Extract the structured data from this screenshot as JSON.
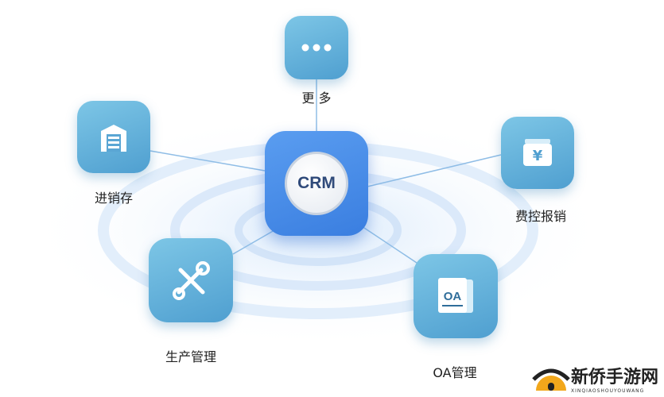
{
  "center": {
    "label": "CRM"
  },
  "nodes": [
    {
      "id": "more",
      "label": "更 多",
      "icon": "more-dots-icon"
    },
    {
      "id": "inventory",
      "label": "进销存",
      "icon": "warehouse-icon"
    },
    {
      "id": "expense",
      "label": "费控报销",
      "icon": "yen-wallet-icon"
    },
    {
      "id": "production",
      "label": "生产管理",
      "icon": "tools-icon"
    },
    {
      "id": "oa",
      "label": "OA管理",
      "icon": "oa-document-icon"
    }
  ],
  "oa_icon_text": "OA",
  "yen_symbol": "¥",
  "watermark": {
    "title": "新侨手游网",
    "subtitle": "XINQIAOSHOUYOUWANG"
  },
  "colors": {
    "center": "#3f84e5",
    "node": "#5fb0da",
    "line": "#8fbde6"
  }
}
